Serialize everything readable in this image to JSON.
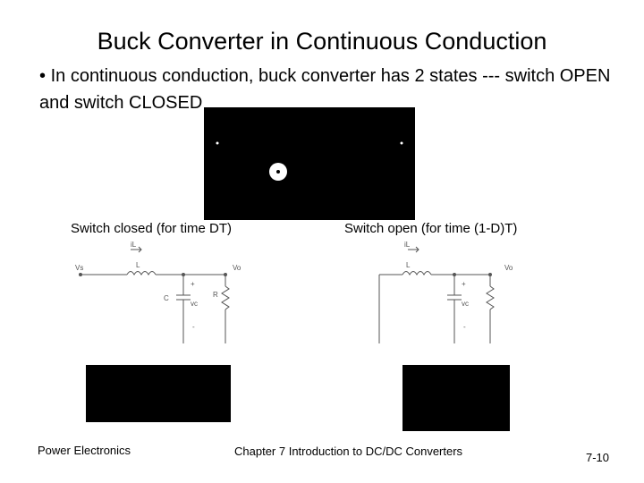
{
  "slide": {
    "title": "Buck Converter in Continuous Conduction",
    "bullet_marker": "•",
    "bullet_text": "In continuous conduction, buck converter has 2 states --- switch OPEN and switch CLOSED"
  },
  "circuits": {
    "closed": {
      "caption": "Switch closed (for time DT)",
      "labels": {
        "current": "iL",
        "input": "Vs",
        "inductor": "L",
        "output": "Vo",
        "plus": "+",
        "capacitor": "C",
        "cap_voltage": "vc",
        "minus": "-",
        "resistor": "R"
      }
    },
    "open": {
      "caption": "Switch open (for time (1-D)T)",
      "labels": {
        "current": "iL",
        "inductor": "L",
        "output": "Vo",
        "plus": "+",
        "cap_voltage": "vc",
        "minus": "-"
      }
    }
  },
  "footer": {
    "left": "Power Electronics",
    "center": "Chapter 7 Introduction to DC/DC Converters",
    "page": "7-10"
  }
}
